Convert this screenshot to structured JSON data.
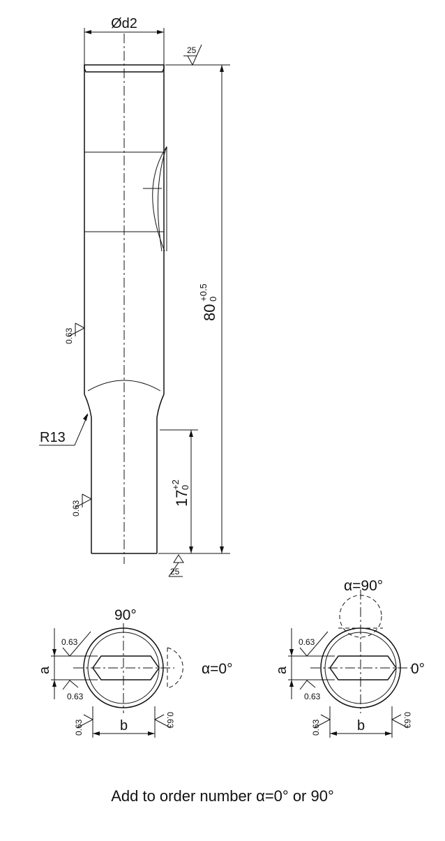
{
  "dims": {
    "diameter": "Ød2",
    "total_length": "80",
    "total_tol_upper": "+0.5",
    "total_tol_lower": "0",
    "shank_length": "17",
    "shank_tol_upper": "+2",
    "shank_tol_lower": "0",
    "radius": "R13",
    "width_a": "a",
    "width_b": "b"
  },
  "surface_finish": {
    "rough": "25",
    "fine": "0.63"
  },
  "section_left": {
    "top_label": "90°",
    "side_label": "α=0°"
  },
  "section_right": {
    "top_label": "α=90°",
    "side_label": "0°"
  },
  "caption": "Add to order number α=0° or 90°"
}
